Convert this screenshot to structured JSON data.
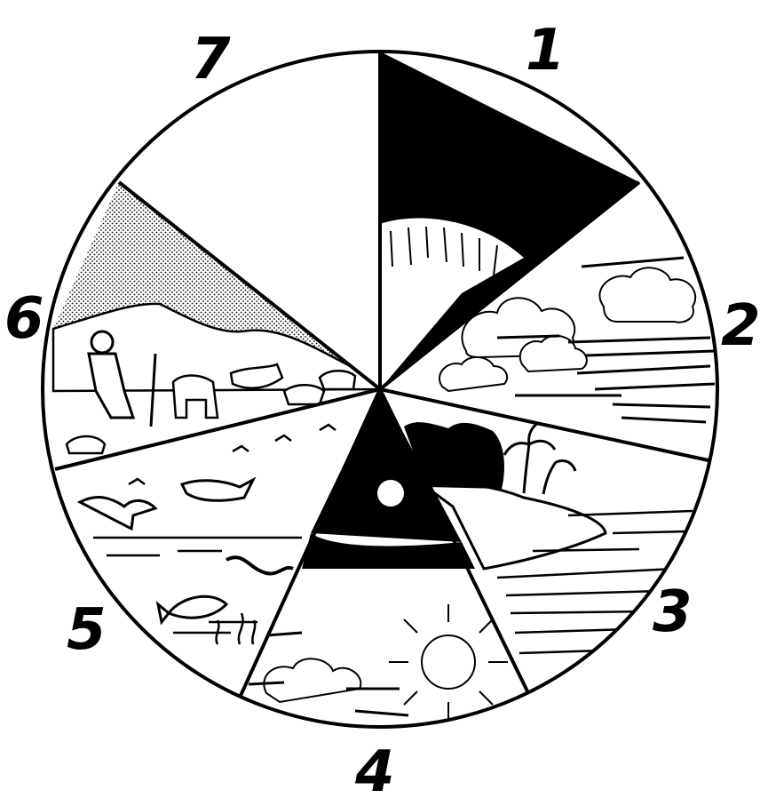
{
  "diagram": {
    "sections": [
      {
        "number": "1",
        "icon": "darkness-light-icon"
      },
      {
        "number": "2",
        "icon": "sky-clouds-icon"
      },
      {
        "number": "3",
        "icon": "land-sea-plants-icon"
      },
      {
        "number": "4",
        "icon": "sun-moon-icon"
      },
      {
        "number": "5",
        "icon": "fish-birds-icon"
      },
      {
        "number": "6",
        "icon": "animals-man-icon"
      },
      {
        "number": "7",
        "icon": "rest-icon"
      }
    ],
    "colors": {
      "ink": "#000000",
      "paper": "#ffffff"
    }
  }
}
